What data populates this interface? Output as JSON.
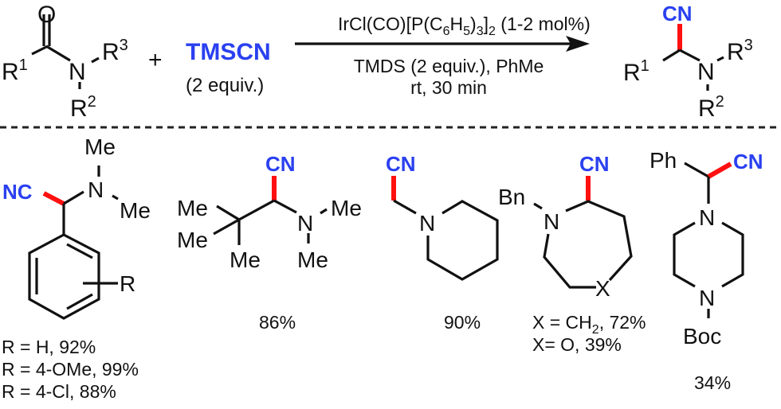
{
  "reaction": {
    "substrate": {
      "atoms": {
        "o": "O",
        "n": "N",
        "r1": "R",
        "r1_sup": "1",
        "r2": "R",
        "r2_sup": "2",
        "r3": "R",
        "r3_sup": "3"
      }
    },
    "plus": "+",
    "reagent": {
      "name": "TMSCN",
      "equiv": "(2 equiv.)"
    },
    "conditions": {
      "catalyst_prefix": "IrCl(CO)[P(C",
      "catalyst_sub1": "6",
      "catalyst_mid": "H",
      "catalyst_sub2": "5",
      "catalyst_close": ")",
      "catalyst_sub3": "3",
      "catalyst_close2": "]",
      "catalyst_sub4": "2",
      "catalyst_loading": " (1-2 mol%)",
      "line2": "TMDS (2 equiv.), PhMe",
      "line3": "rt, 30 min"
    },
    "product": {
      "cn": "CN",
      "n": "N",
      "r1": "R",
      "r1_sup": "1",
      "r2": "R",
      "r2_sup": "2",
      "r3": "R",
      "r3_sup": "3"
    }
  },
  "examples": [
    {
      "id": "benzylic",
      "labels": {
        "cn": "NC",
        "n": "N",
        "me1": "Me",
        "me2": "Me",
        "r": "R"
      },
      "yields": [
        "R = H, 92%",
        "R = 4-OMe, 99%",
        "R = 4-Cl, 88%"
      ]
    },
    {
      "id": "tert-butyl",
      "labels": {
        "cn": "CN",
        "n": "N",
        "me1": "Me",
        "me2": "Me",
        "me3": "Me",
        "me4": "Me",
        "me5": "Me"
      },
      "yields": [
        "86%"
      ]
    },
    {
      "id": "piperidine",
      "labels": {
        "cn": "CN",
        "n": "N"
      },
      "yields": [
        "90%"
      ]
    },
    {
      "id": "azepane",
      "labels": {
        "cn": "CN",
        "n": "N",
        "bn": "Bn",
        "x": "X"
      },
      "yields": [
        "X = CH",
        "2",
        ", 72%",
        "X= O, 39%"
      ]
    },
    {
      "id": "piperazine",
      "labels": {
        "cn": "CN",
        "ph": "Ph",
        "n1": "N",
        "n2": "N",
        "boc": "Boc"
      },
      "yields": [
        "34%"
      ]
    }
  ],
  "colors": {
    "highlight_text": "#2a40f0",
    "new_bond": "#ff1010",
    "ink": "#111111"
  }
}
